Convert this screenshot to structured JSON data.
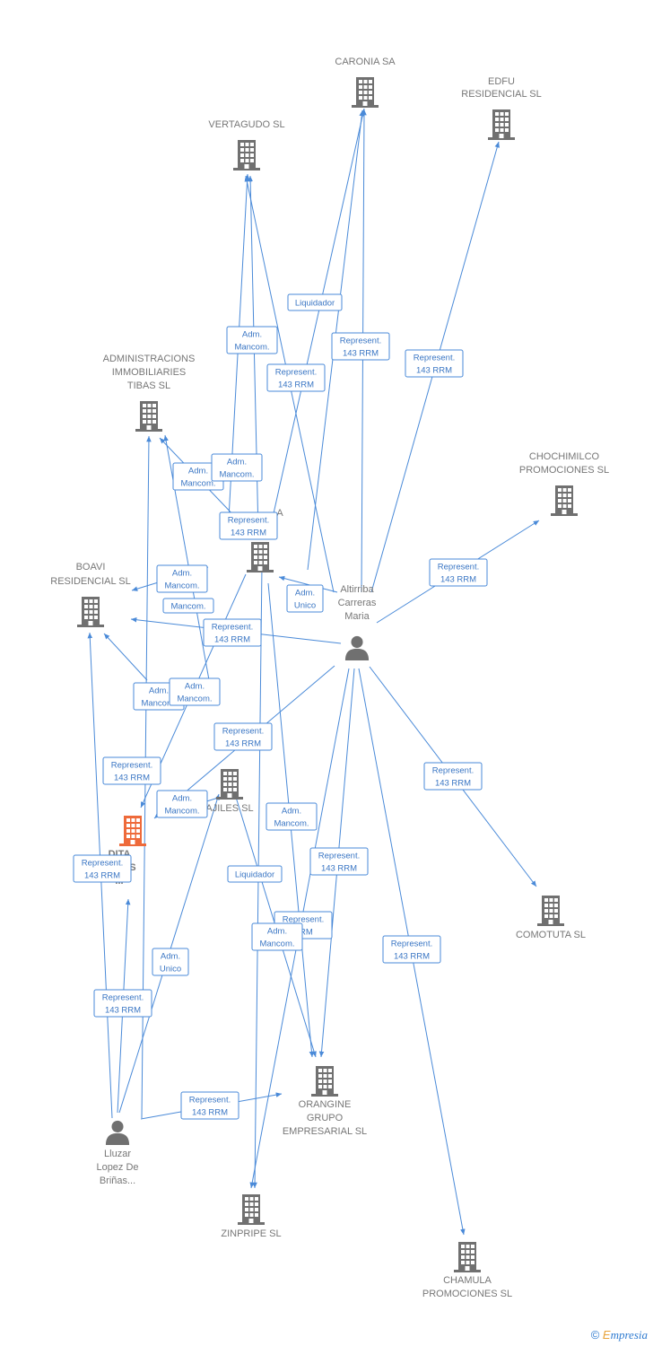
{
  "colors": {
    "edge": "#4a8ad8",
    "company": "#707070",
    "company_highlight": "#ee6a3a",
    "person": "#707070",
    "label": "#777777"
  },
  "nodes": [
    {
      "id": "caronia",
      "type": "company",
      "label": [
        "CARONIA SA"
      ]
    },
    {
      "id": "edfu",
      "type": "company",
      "label": [
        "EDFU",
        "RESIDENCIAL SL"
      ]
    },
    {
      "id": "vertagudo",
      "type": "company",
      "label": [
        "VERTAGUDO SL"
      ]
    },
    {
      "id": "administracions",
      "type": "company",
      "label": [
        "ADMINISTRACIONS",
        "IMMOBILIARIES",
        "TIBAS SL"
      ]
    },
    {
      "id": "chochimilco",
      "type": "company",
      "label": [
        "CHOCHIMILCO",
        "PROMOCIONES SL"
      ]
    },
    {
      "id": "center",
      "type": "company",
      "label": [
        "A"
      ]
    },
    {
      "id": "boavi",
      "type": "company",
      "label": [
        "BOAVI",
        "RESIDENCIAL SL"
      ]
    },
    {
      "id": "altirriba",
      "type": "person",
      "label": [
        "Altirriba",
        "Carreras",
        "Maria"
      ]
    },
    {
      "id": "ajiles",
      "type": "company",
      "label": [
        "AJILES SL"
      ]
    },
    {
      "id": "main",
      "type": "company_highlight",
      "label": [
        "DITA",
        "ATGES",
        "..."
      ]
    },
    {
      "id": "comotuta",
      "type": "company",
      "label": [
        "COMOTUTA SL"
      ]
    },
    {
      "id": "orangine",
      "type": "company",
      "label": [
        "ORANGINE",
        "GRUPO",
        "EMPRESARIAL SL"
      ]
    },
    {
      "id": "lluzar",
      "type": "person",
      "label": [
        "Lluzar",
        "Lopez De",
        "Briñas..."
      ]
    },
    {
      "id": "zinpripe",
      "type": "company",
      "label": [
        "ZINPRIPE SL"
      ]
    },
    {
      "id": "chamula",
      "type": "company",
      "label": [
        "CHAMULA",
        "PROMOCIONES SL"
      ]
    }
  ],
  "edge_labels": [
    [
      "Liquidador"
    ],
    [
      "Adm.",
      "Mancom."
    ],
    [
      "Represent.",
      "143 RRM"
    ],
    [
      "Represent.",
      "143 RRM"
    ],
    [
      "Represent.",
      "143 RRM"
    ],
    [
      "Adm.",
      "Mancom."
    ],
    [
      "Adm.",
      "Mancom."
    ],
    [
      "Represent.",
      "143 RRM"
    ],
    [
      "Represent.",
      "143 RRM"
    ],
    [
      "Adm.",
      "Mancom."
    ],
    [
      "Mancom."
    ],
    [
      "Adm.",
      "Unico"
    ],
    [
      "Represent.",
      "143 RRM"
    ],
    [
      "Adm.",
      "Mancom."
    ],
    [
      "Adm.",
      "Mancom."
    ],
    [
      "Represent.",
      "143 RRM"
    ],
    [
      "Represent.",
      "143 RRM"
    ],
    [
      "Adm.",
      "Mancom."
    ],
    [
      "Represent.",
      "143 RRM"
    ],
    [
      "Represent.",
      "143 RRM"
    ],
    [
      "Adm.",
      "Mancom."
    ],
    [
      "Represent.",
      "143 RRM"
    ],
    [
      "Liquidador"
    ],
    [
      "Represent.",
      "RRM"
    ],
    [
      "Adm.",
      "Mancom."
    ],
    [
      "Represent.",
      "143 RRM"
    ],
    [
      "Adm.",
      "Unico"
    ],
    [
      "Represent.",
      "143 RRM"
    ],
    [
      "Represent.",
      "143 RRM"
    ]
  ],
  "footer": {
    "copyright": "©",
    "brand_initial": "E",
    "brand_rest": "mpresia"
  }
}
